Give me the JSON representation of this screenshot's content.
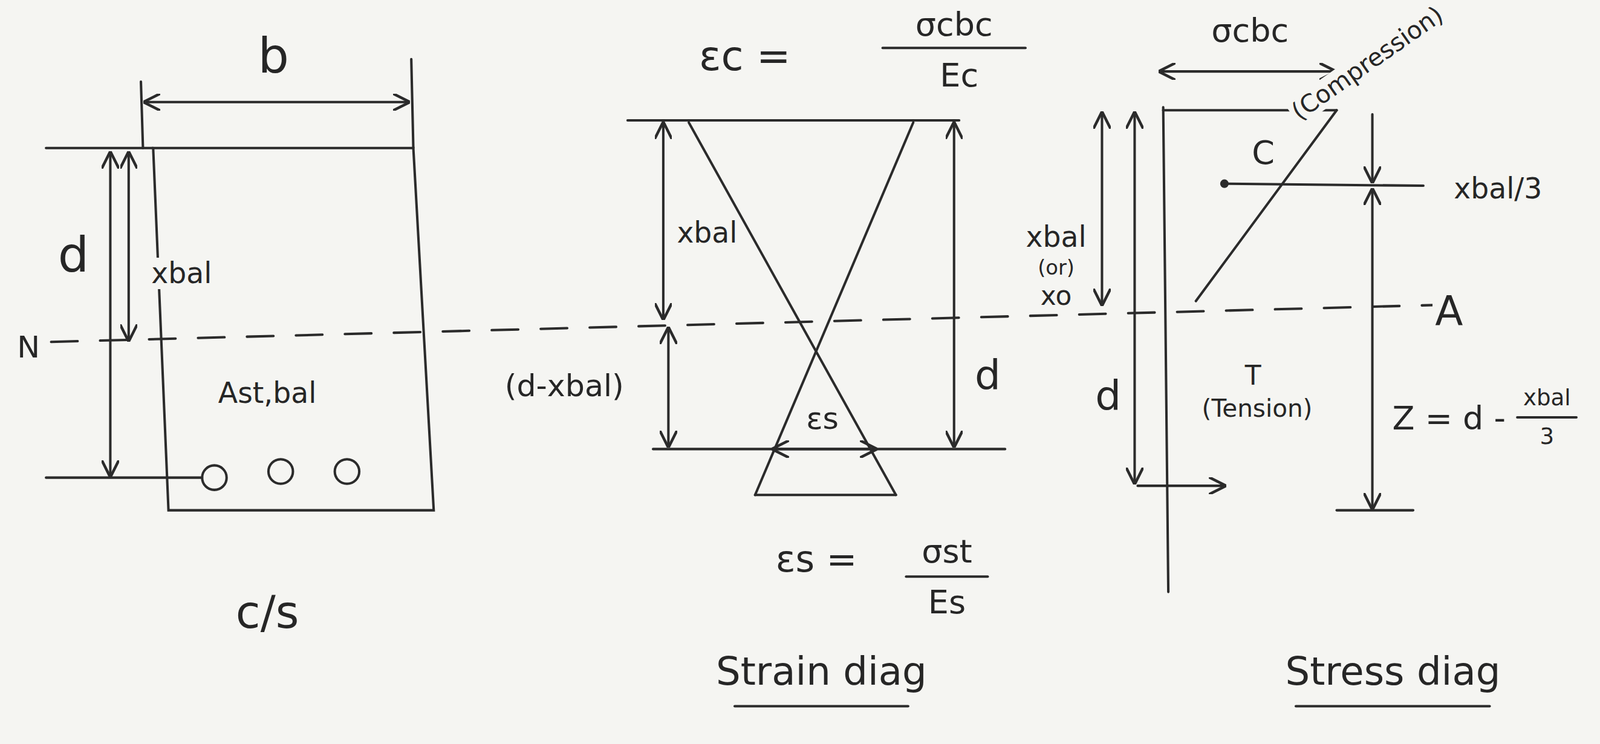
{
  "diagram": {
    "labels": [
      "b",
      "d",
      "xbal",
      "N",
      "Ast,bal",
      "c/s",
      "εc =",
      "σcbc",
      "Ec",
      "xbal",
      "(d-xbal)",
      "d",
      "εs",
      "εs =",
      "σst",
      "Es",
      "Strain diag",
      "σcbc",
      "C",
      "(Compression)",
      "xbal/3",
      "xbal",
      "(or)",
      "xo",
      "d",
      "A",
      "T",
      "(Tension)",
      "Z = d -",
      "xbal",
      "3",
      "Stress diag"
    ]
  }
}
